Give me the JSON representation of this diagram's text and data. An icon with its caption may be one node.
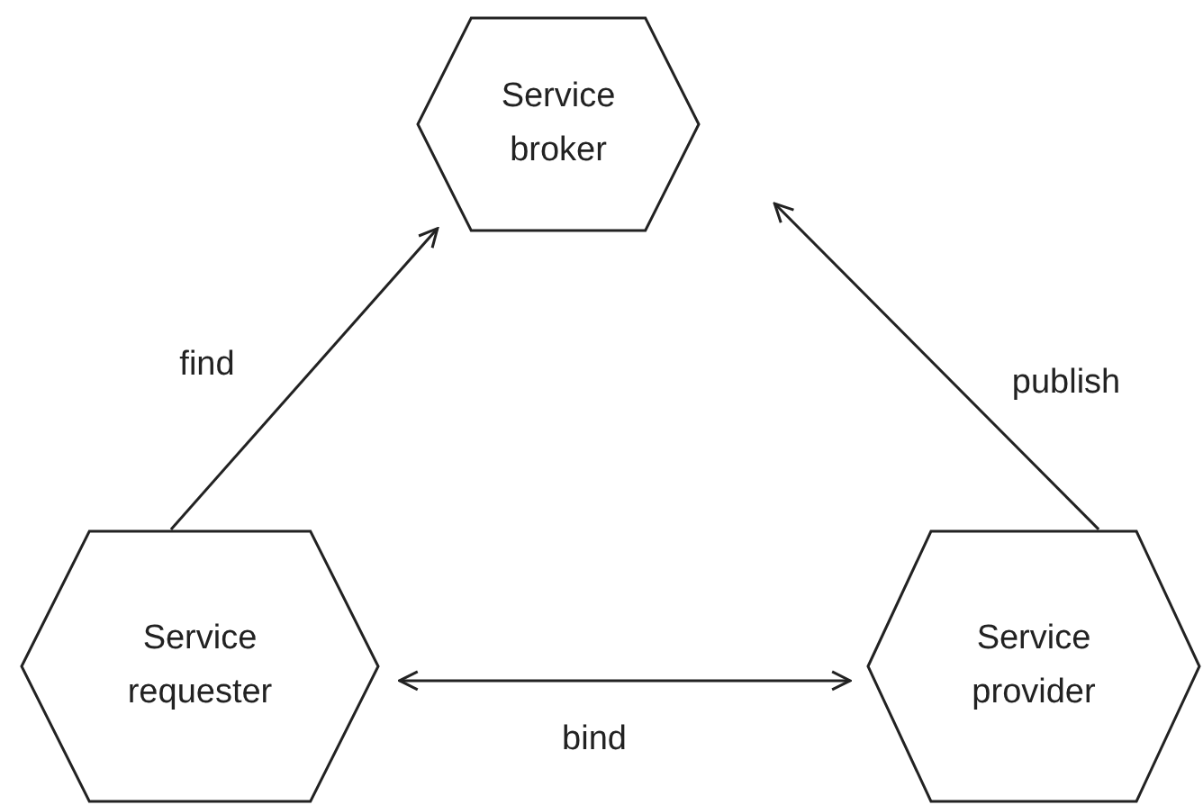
{
  "diagram": {
    "nodes": [
      {
        "text": [
          "Service broker"
        ]
      },
      {
        "text": [
          "Service requester"
        ]
      },
      {
        "text": [
          "Service provider"
        ]
      }
    ],
    "edges": [
      {
        "from": 1,
        "to": 0,
        "arrow": "to",
        "label": "find"
      },
      {
        "from": 2,
        "to": 0,
        "arrow": "to",
        "label": "publish"
      },
      {
        "from": 1,
        "to": 2,
        "arrow": "both",
        "label": "bind"
      }
    ]
  }
}
